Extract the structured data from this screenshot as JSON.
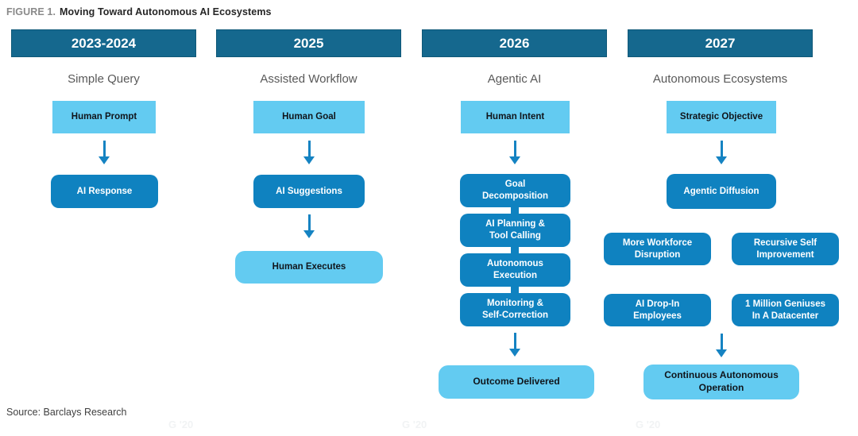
{
  "figure": {
    "label": "FIGURE 1.",
    "title": "Moving Toward Autonomous AI Ecosystems",
    "source": "Source: Barclays Research",
    "watermark": "G '20"
  },
  "colors": {
    "header_teal": "#15688E",
    "dark_blue": "#0F82C0",
    "light_blue": "#63CBF1",
    "arrow_blue": "#1583C2"
  },
  "columns": [
    {
      "year": "2023-2024",
      "subtitle": "Simple Query",
      "boxes": {
        "human_prompt": "Human Prompt",
        "ai_response": "AI Response"
      }
    },
    {
      "year": "2025",
      "subtitle": "Assisted Workflow",
      "boxes": {
        "human_goal": "Human Goal",
        "ai_suggestions": "AI Suggestions",
        "human_executes": "Human Executes"
      }
    },
    {
      "year": "2026",
      "subtitle": "Agentic AI",
      "boxes": {
        "human_intent": "Human Intent",
        "goal_decomposition": "Goal\nDecomposition",
        "ai_planning": "AI Planning &\nTool Calling",
        "autonomous_execution": "Autonomous\nExecution",
        "monitoring": "Monitoring &\nSelf-Correction",
        "outcome_delivered": "Outcome Delivered"
      }
    },
    {
      "year": "2027",
      "subtitle": "Autonomous Ecosystems",
      "boxes": {
        "strategic_objective": "Strategic Objective",
        "agentic_diffusion": "Agentic Diffusion",
        "more_workforce": "More Workforce\nDisruption",
        "recursive_self": "Recursive Self\nImprovement",
        "ai_dropin": "AI Drop-In\nEmployees",
        "one_million": "1 Million Geniuses\nIn A Datacenter",
        "continuous_operation": "Continuous Autonomous\nOperation"
      }
    }
  ]
}
